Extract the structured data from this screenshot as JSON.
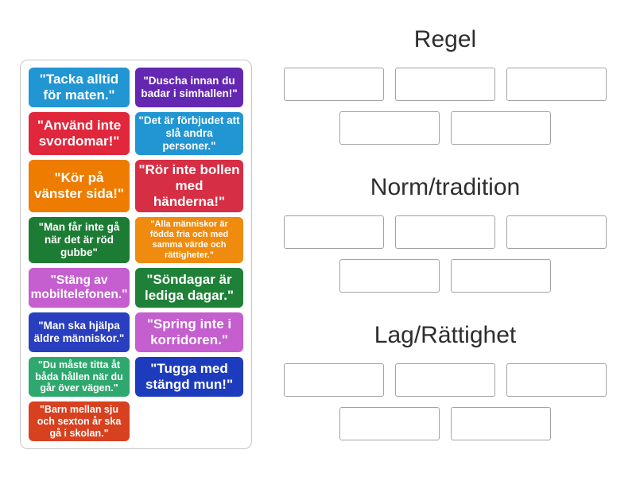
{
  "activity": {
    "tray": {
      "cards": [
        {
          "label": "\"Tacka alltid för maten.\"",
          "color": "#2196d3",
          "text_size": "xl"
        },
        {
          "label": "\"Duscha innan du badar i simhallen!\"",
          "color": "#6327b2",
          "text_size": "md"
        },
        {
          "label": "\"Använd inte svordomar!\"",
          "color": "#e0273c",
          "text_size": "xl"
        },
        {
          "label": "\"Det är förbjudet att slå andra personer.\"",
          "color": "#2196d3",
          "text_size": "md"
        },
        {
          "label": "\"Kör på vänster sida!\"",
          "color": "#ee7c00",
          "text_size": "xl"
        },
        {
          "label": "\"Rör inte bollen med händerna!\"",
          "color": "#d62e44",
          "text_size": "xl"
        },
        {
          "label": "\"Man får inte gå när det är röd gubbe\"",
          "color": "#1d7c34",
          "text_size": "md"
        },
        {
          "label": "\"Alla människor är födda fria och med samma värde och rättigheter.\"",
          "color": "#ef8b0e",
          "text_size": "xs"
        },
        {
          "label": "\"Stäng av mobiltelefonen.\"",
          "color": "#c55ecf",
          "text_size": "lg"
        },
        {
          "label": "\"Söndagar är lediga dagar.\"",
          "color": "#1f8138",
          "text_size": "xl"
        },
        {
          "label": "\"Man ska hjälpa äldre människor.\"",
          "color": "#2a3fbf",
          "text_size": "md"
        },
        {
          "label": "\"Spring inte i korridoren.\"",
          "color": "#c55ecf",
          "text_size": "xl"
        },
        {
          "label": "\"Du måste titta åt båda hållen när du går över vägen.\"",
          "color": "#2ea86e",
          "text_size": "sm"
        },
        {
          "label": "\"Tugga med stängd mun!\"",
          "color": "#1d3cbd",
          "text_size": "xl"
        },
        {
          "label": "\"Barn mellan sju och sexton år ska gå i skolan.\"",
          "color": "#d7411f",
          "text_size": "sm"
        }
      ]
    },
    "groups": [
      {
        "key": "regel",
        "title": "Regel",
        "slot_rows": [
          3,
          2
        ]
      },
      {
        "key": "norm-tradition",
        "title": "Norm/tradition",
        "slot_rows": [
          3,
          2
        ]
      },
      {
        "key": "lag-rattighet",
        "title": "Lag/Rättighet",
        "slot_rows": [
          3,
          2
        ]
      }
    ],
    "colors": {
      "card_text": "#ffffff",
      "title_text": "#2e2e2e",
      "slot_border": "#a3a3a3",
      "tray_border": "#c6c6c6"
    }
  }
}
